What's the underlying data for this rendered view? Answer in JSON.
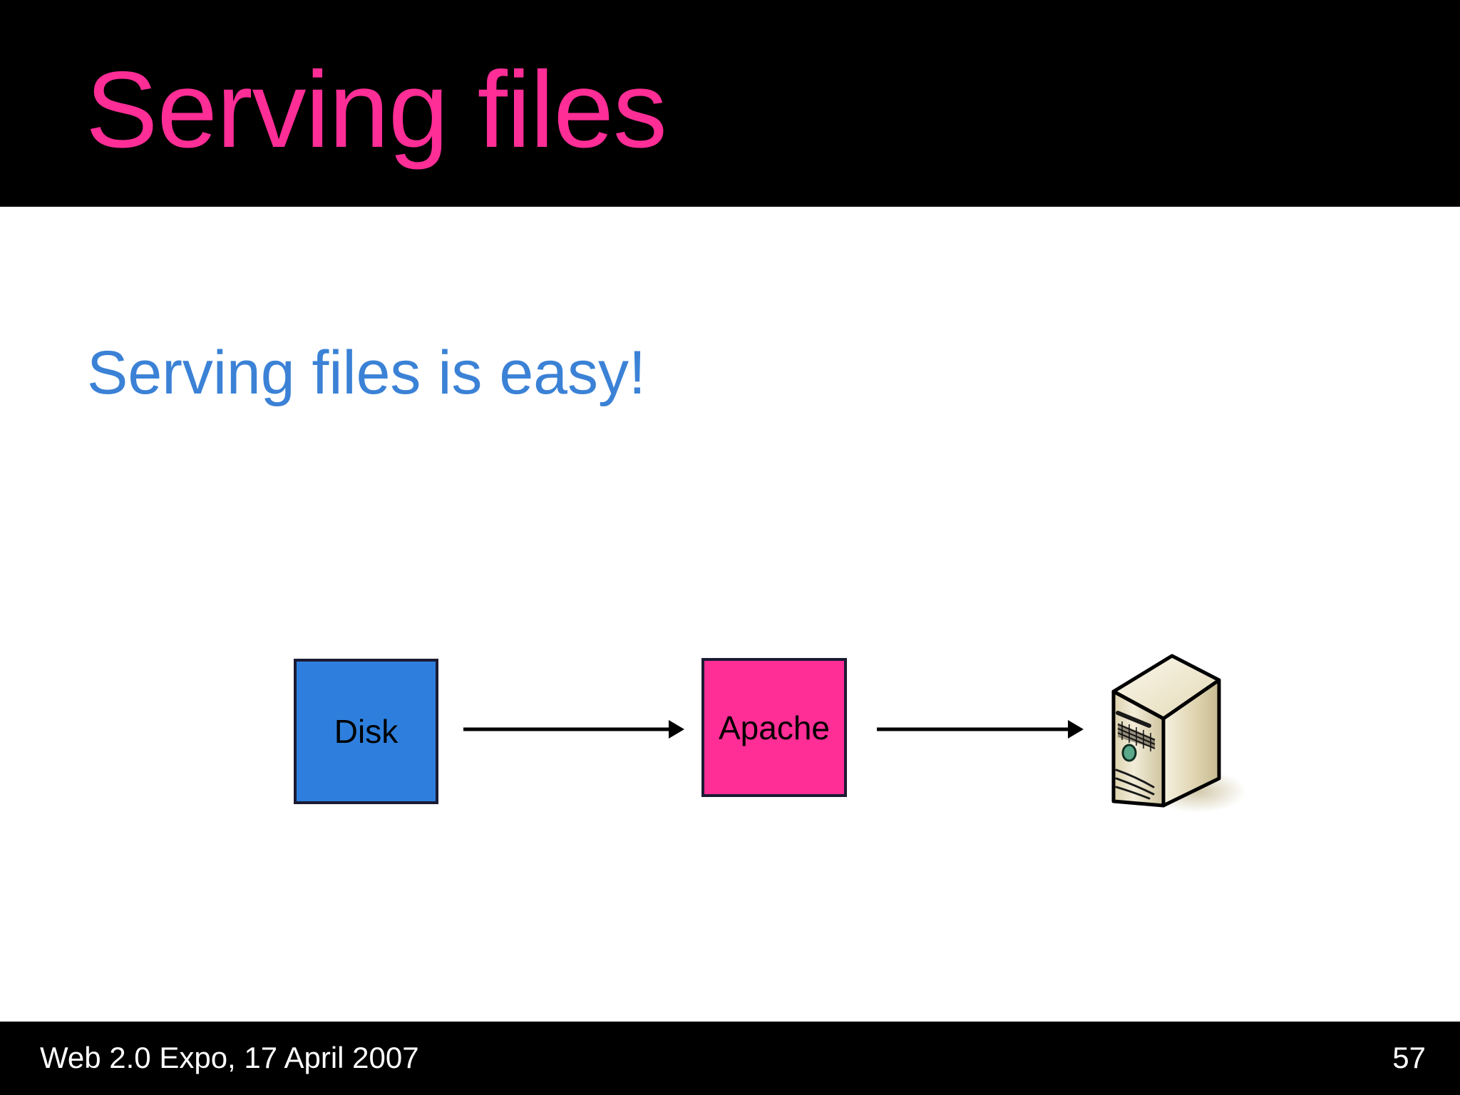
{
  "slide": {
    "title": "Serving files",
    "page_number": "57",
    "title_color": "#ff2d96",
    "header_background": "#000000",
    "body_background": "#ffffff"
  },
  "body": {
    "subtitle": "Serving files is easy!",
    "subtitle_color": "#3b82d6"
  },
  "diagram": {
    "type": "flow",
    "nodes": [
      {
        "id": "disk",
        "label": "Disk",
        "shape": "square",
        "fill": "#2e7fdd",
        "border": "#1b1b33",
        "text_color": "#000000"
      },
      {
        "id": "apache",
        "label": "Apache",
        "shape": "square",
        "fill": "#ff2d96",
        "border": "#1b1b33",
        "text_color": "#000000"
      },
      {
        "id": "server",
        "label": "",
        "shape": "computer-tower-icon",
        "fill": "#e8dfc0",
        "border": "#000000",
        "text_color": ""
      }
    ],
    "edges": [
      {
        "from": "disk",
        "to": "apache",
        "style": "arrow",
        "color": "#000000"
      },
      {
        "from": "apache",
        "to": "server",
        "style": "arrow",
        "color": "#000000"
      }
    ]
  },
  "footer": {
    "text": "Web 2.0 Expo, 17 April 2007",
    "background": "#000000",
    "text_color": "#ffffff"
  }
}
